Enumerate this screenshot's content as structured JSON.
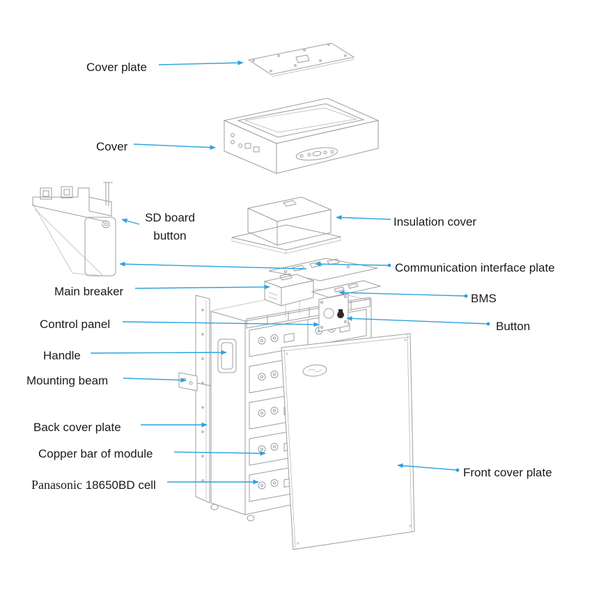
{
  "colors": {
    "leader": "#2ba2dc",
    "drawing": "#9c9c9c",
    "text": "#1a1a1a",
    "background": "#ffffff"
  },
  "labels": {
    "cover_plate": "Cover plate",
    "cover": "Cover",
    "sd_board_button": "SD board\nbutton",
    "insulation_cover": "Insulation cover",
    "communication_interface_plate": "Communication interface plate",
    "main_breaker": "Main breaker",
    "bms": "BMS",
    "control_panel": "Control panel",
    "button": "Button",
    "handle": "Handle",
    "mounting_beam": "Mounting beam",
    "back_cover_plate": "Back cover plate",
    "copper_bar": "Copper bar of module",
    "cell_brand": "Panasonic",
    "cell_model": "18650BD cell",
    "front_cover_plate": "Front cover plate"
  }
}
